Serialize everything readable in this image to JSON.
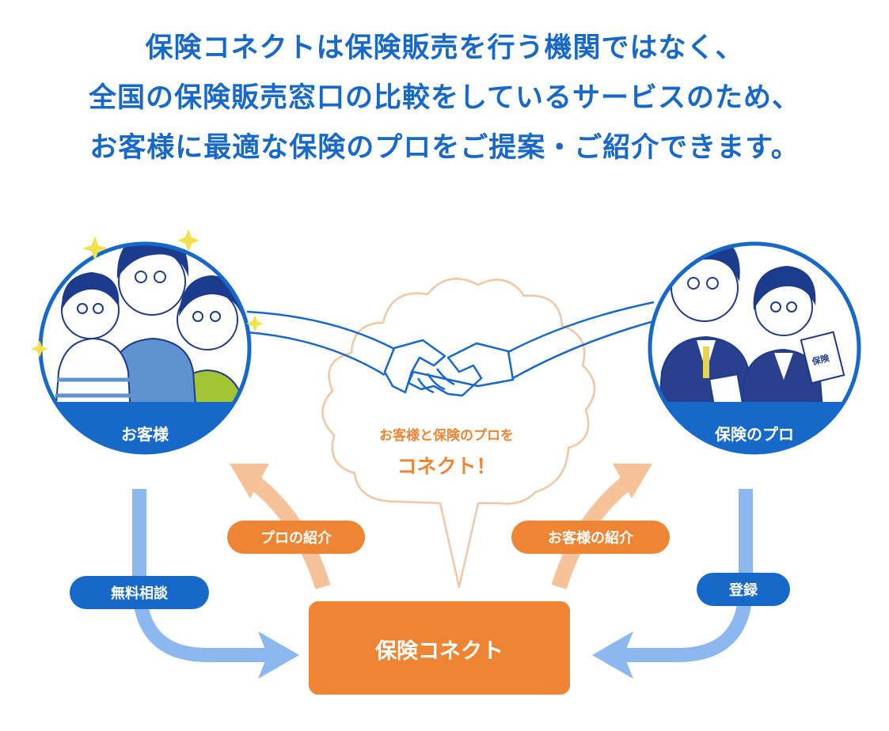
{
  "headline": {
    "line1": "保険コネクトは保険販売を行う機関ではなく、",
    "line2": "全国の保険販売窓口の比較をしているサービスのため、",
    "line3": "お客様に最適な保険のプロをご提案・ご紹介できます。"
  },
  "customer": {
    "label": "お客様"
  },
  "pro": {
    "label": "保険のプロ",
    "book_label": "保険"
  },
  "bubble": {
    "line1": "お客様と保険のプロを",
    "line2": "コネクト！"
  },
  "flows": {
    "consultation": "無料相談",
    "pro_intro": "プロの紹介",
    "customer_intro": "お客様の紹介",
    "registration": "登録"
  },
  "center": {
    "label": "保険コネクト"
  },
  "colors": {
    "primary_blue": "#1769c9",
    "light_blue_arrow": "#8db8ef",
    "peach_arrow": "#f6c29a",
    "orange": "#ee8535",
    "bubble_stroke": "#f3c6a3",
    "shirt_green": "#a3c534"
  }
}
